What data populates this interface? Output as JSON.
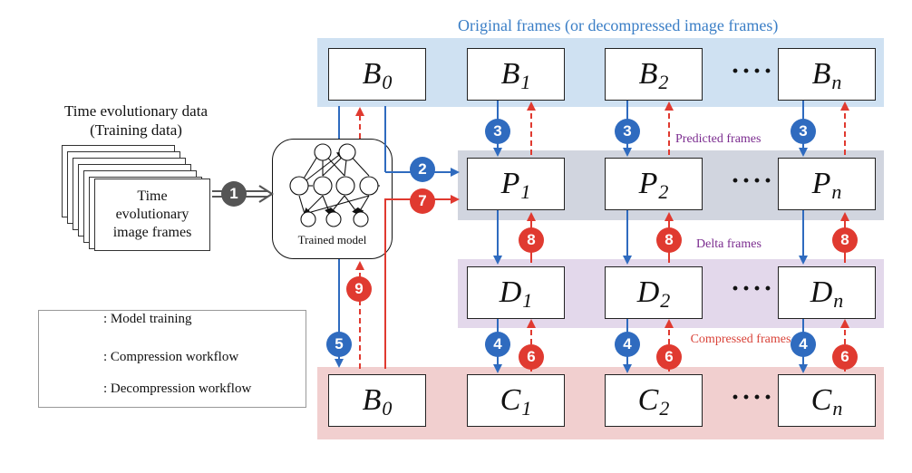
{
  "bands": {
    "original": "Original frames (or decompressed image frames)",
    "predicted": "Predicted frames",
    "delta": "Delta frames",
    "compressed": "Compressed frames"
  },
  "rows": {
    "original": [
      {
        "base": "B",
        "sub": "0"
      },
      {
        "base": "B",
        "sub": "1"
      },
      {
        "base": "B",
        "sub": "2"
      },
      {
        "base": "B",
        "sub": "n"
      }
    ],
    "predicted": [
      {
        "base": "P",
        "sub": "1"
      },
      {
        "base": "P",
        "sub": "2"
      },
      {
        "base": "P",
        "sub": "n"
      }
    ],
    "delta": [
      {
        "base": "D",
        "sub": "1"
      },
      {
        "base": "D",
        "sub": "2"
      },
      {
        "base": "D",
        "sub": "n"
      }
    ],
    "compressed": [
      {
        "base": "B",
        "sub": "0"
      },
      {
        "base": "C",
        "sub": "1"
      },
      {
        "base": "C",
        "sub": "2"
      },
      {
        "base": "C",
        "sub": "n"
      }
    ]
  },
  "ellipsis": "····",
  "training": {
    "title_line1": "Time evolutionary data",
    "title_line2": "(Training data)",
    "frames_line1": "Time",
    "frames_line2": "evolutionary",
    "frames_line3": "image frames"
  },
  "model": {
    "label": "Trained model"
  },
  "steps": {
    "s1": "1",
    "s2": "2",
    "s3": "3",
    "s4": "4",
    "s5": "5",
    "s6": "6",
    "s7": "7",
    "s8": "8",
    "s9": "9"
  },
  "legend": {
    "training": ": Model training",
    "compression": ": Compression workflow",
    "decompression": ": Decompression workflow"
  },
  "colors": {
    "compression": "#2f6bbf",
    "decompression": "#e03a30",
    "training": "#555555"
  }
}
